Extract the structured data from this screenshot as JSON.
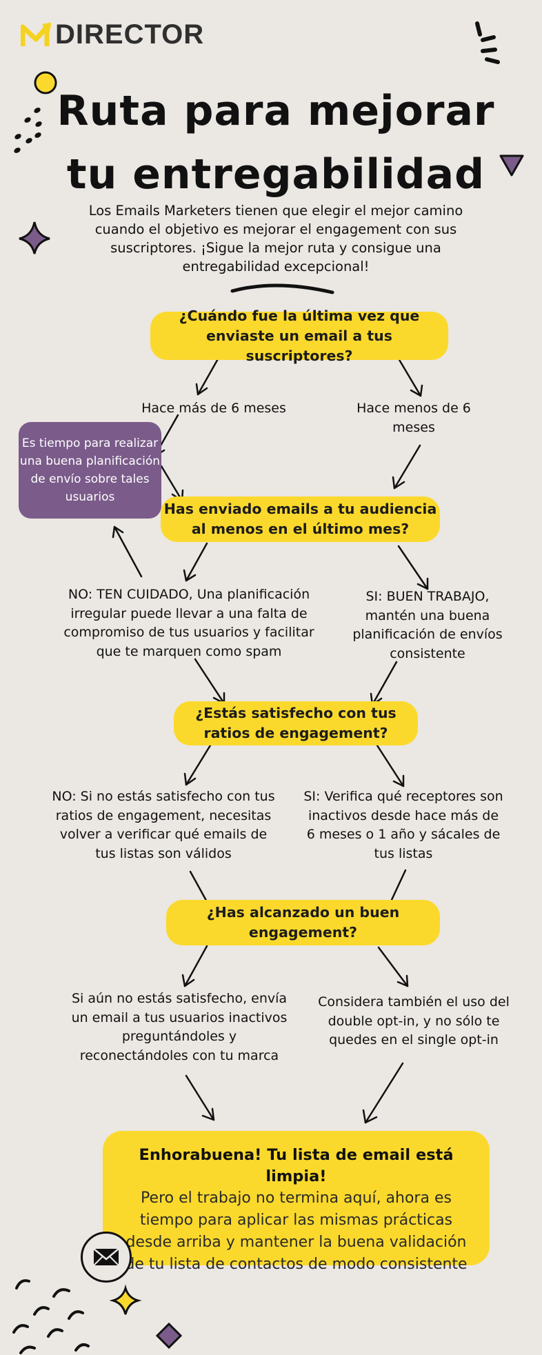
{
  "brand": {
    "name": "DIRECTOR",
    "logo_letter": "M",
    "logo_color": "#f5d21f"
  },
  "title": {
    "line1": "Ruta para mejorar",
    "line2": "tu entregabilidad"
  },
  "intro": "Los Emails Marketers tienen que elegir el mejor camino cuando el objetivo es mejorar el engagement con sus suscriptores. ¡Sigue la mejor ruta y consigue una entregabilidad excepcional!",
  "q1": "¿Cuándo fue la última vez que enviaste un email a tus suscriptores?",
  "q1_left": "Hace más de 6 meses",
  "q1_right": "Hace menos de 6 meses",
  "planning_box": "Es tiempo para realizar una buena planificación de envío sobre tales usuarios",
  "q2": "Has enviado emails a tu audiencia al menos en el último mes?",
  "q2_no": "NO: TEN CUIDADO, Una planificación irregular puede llevar a una falta de compromiso de tus usuarios y facilitar que te marquen como spam",
  "q2_yes": "SI: BUEN TRABAJO, mantén una buena planificación de envíos consistente",
  "q3": "¿Estás satisfecho con tus ratios de engagement?",
  "q3_no": "NO: Si no estás satisfecho con tus ratios de engagement, necesitas volver a verificar qué emails de tus listas son válidos",
  "q3_yes": "SI: Verifica qué receptores son inactivos desde hace más de 6 meses o 1 año y sácales de tus listas",
  "q4": "¿Has alcanzado un buen engagement?",
  "q4_left": "Si aún no estás satisfecho, envía un email a tus usuarios inactivos preguntándoles y reconectándoles con tu marca",
  "q4_right": "Considera también el uso del double opt-in, y no sólo te quedes en el single opt-in",
  "final": {
    "title": "Enhorabuena! Tu lista de email está limpia!",
    "body": "Pero el trabajo no termina aquí, ahora es tiempo para aplicar las mismas prácticas desde arriba y mantener la buena validación de tu lista de contactos de modo consistente"
  },
  "colors": {
    "background": "#ebe7e2",
    "yellow": "#fbd92c",
    "purple": "#7a5b8a",
    "text": "#111111"
  },
  "icons": [
    "envelope-icon",
    "sparkle-star-icon",
    "triangle-icon",
    "diamond-icon",
    "circle-icon"
  ]
}
